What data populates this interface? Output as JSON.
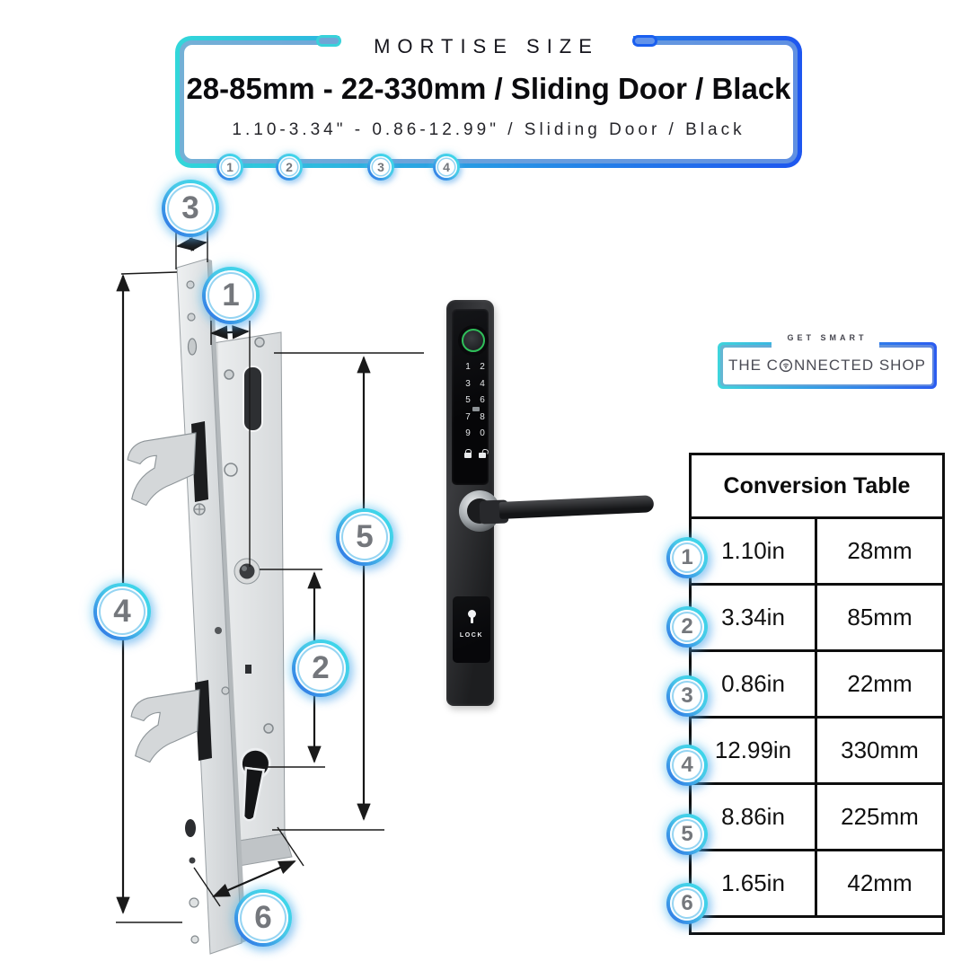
{
  "banner": {
    "kicker": "MORTISE SIZE",
    "title": "28-85mm - 22-330mm / Sliding Door / Black",
    "subtitle": "1.10-3.34\" - 0.86-12.99\" / Sliding Door / Black",
    "step_badges": [
      {
        "label": "1"
      },
      {
        "label": "2"
      },
      {
        "label": "3"
      },
      {
        "label": "4"
      }
    ]
  },
  "diagram": {
    "callouts": [
      {
        "label": "3"
      },
      {
        "label": "1"
      },
      {
        "label": "5"
      },
      {
        "label": "4"
      },
      {
        "label": "2"
      },
      {
        "label": "6"
      }
    ]
  },
  "device": {
    "keypad_digits": [
      "1",
      "2",
      "3",
      "4",
      "5",
      "6",
      "7",
      "8",
      "9",
      "0"
    ],
    "lock_label": "LOCK"
  },
  "brand": {
    "tagline": "GET SMART",
    "name_prefix": "THE C",
    "name_suffix": "NNECTED SHOP"
  },
  "conversion_table": {
    "title": "Conversion Table",
    "rows": [
      {
        "num": "1",
        "inches": "1.10in",
        "mm": "28mm"
      },
      {
        "num": "2",
        "inches": "3.34in",
        "mm": "85mm"
      },
      {
        "num": "3",
        "inches": "0.86in",
        "mm": "22mm"
      },
      {
        "num": "4",
        "inches": "12.99in",
        "mm": "330mm"
      },
      {
        "num": "5",
        "inches": "8.86in",
        "mm": "225mm"
      },
      {
        "num": "6",
        "inches": "1.65in",
        "mm": "42mm"
      }
    ]
  },
  "colors": {
    "accent_cyan": "#35d6da",
    "accent_blue": "#1e56ef",
    "badge_number_gray": "#74777c",
    "fingerprint_green": "#2fbf5a"
  }
}
